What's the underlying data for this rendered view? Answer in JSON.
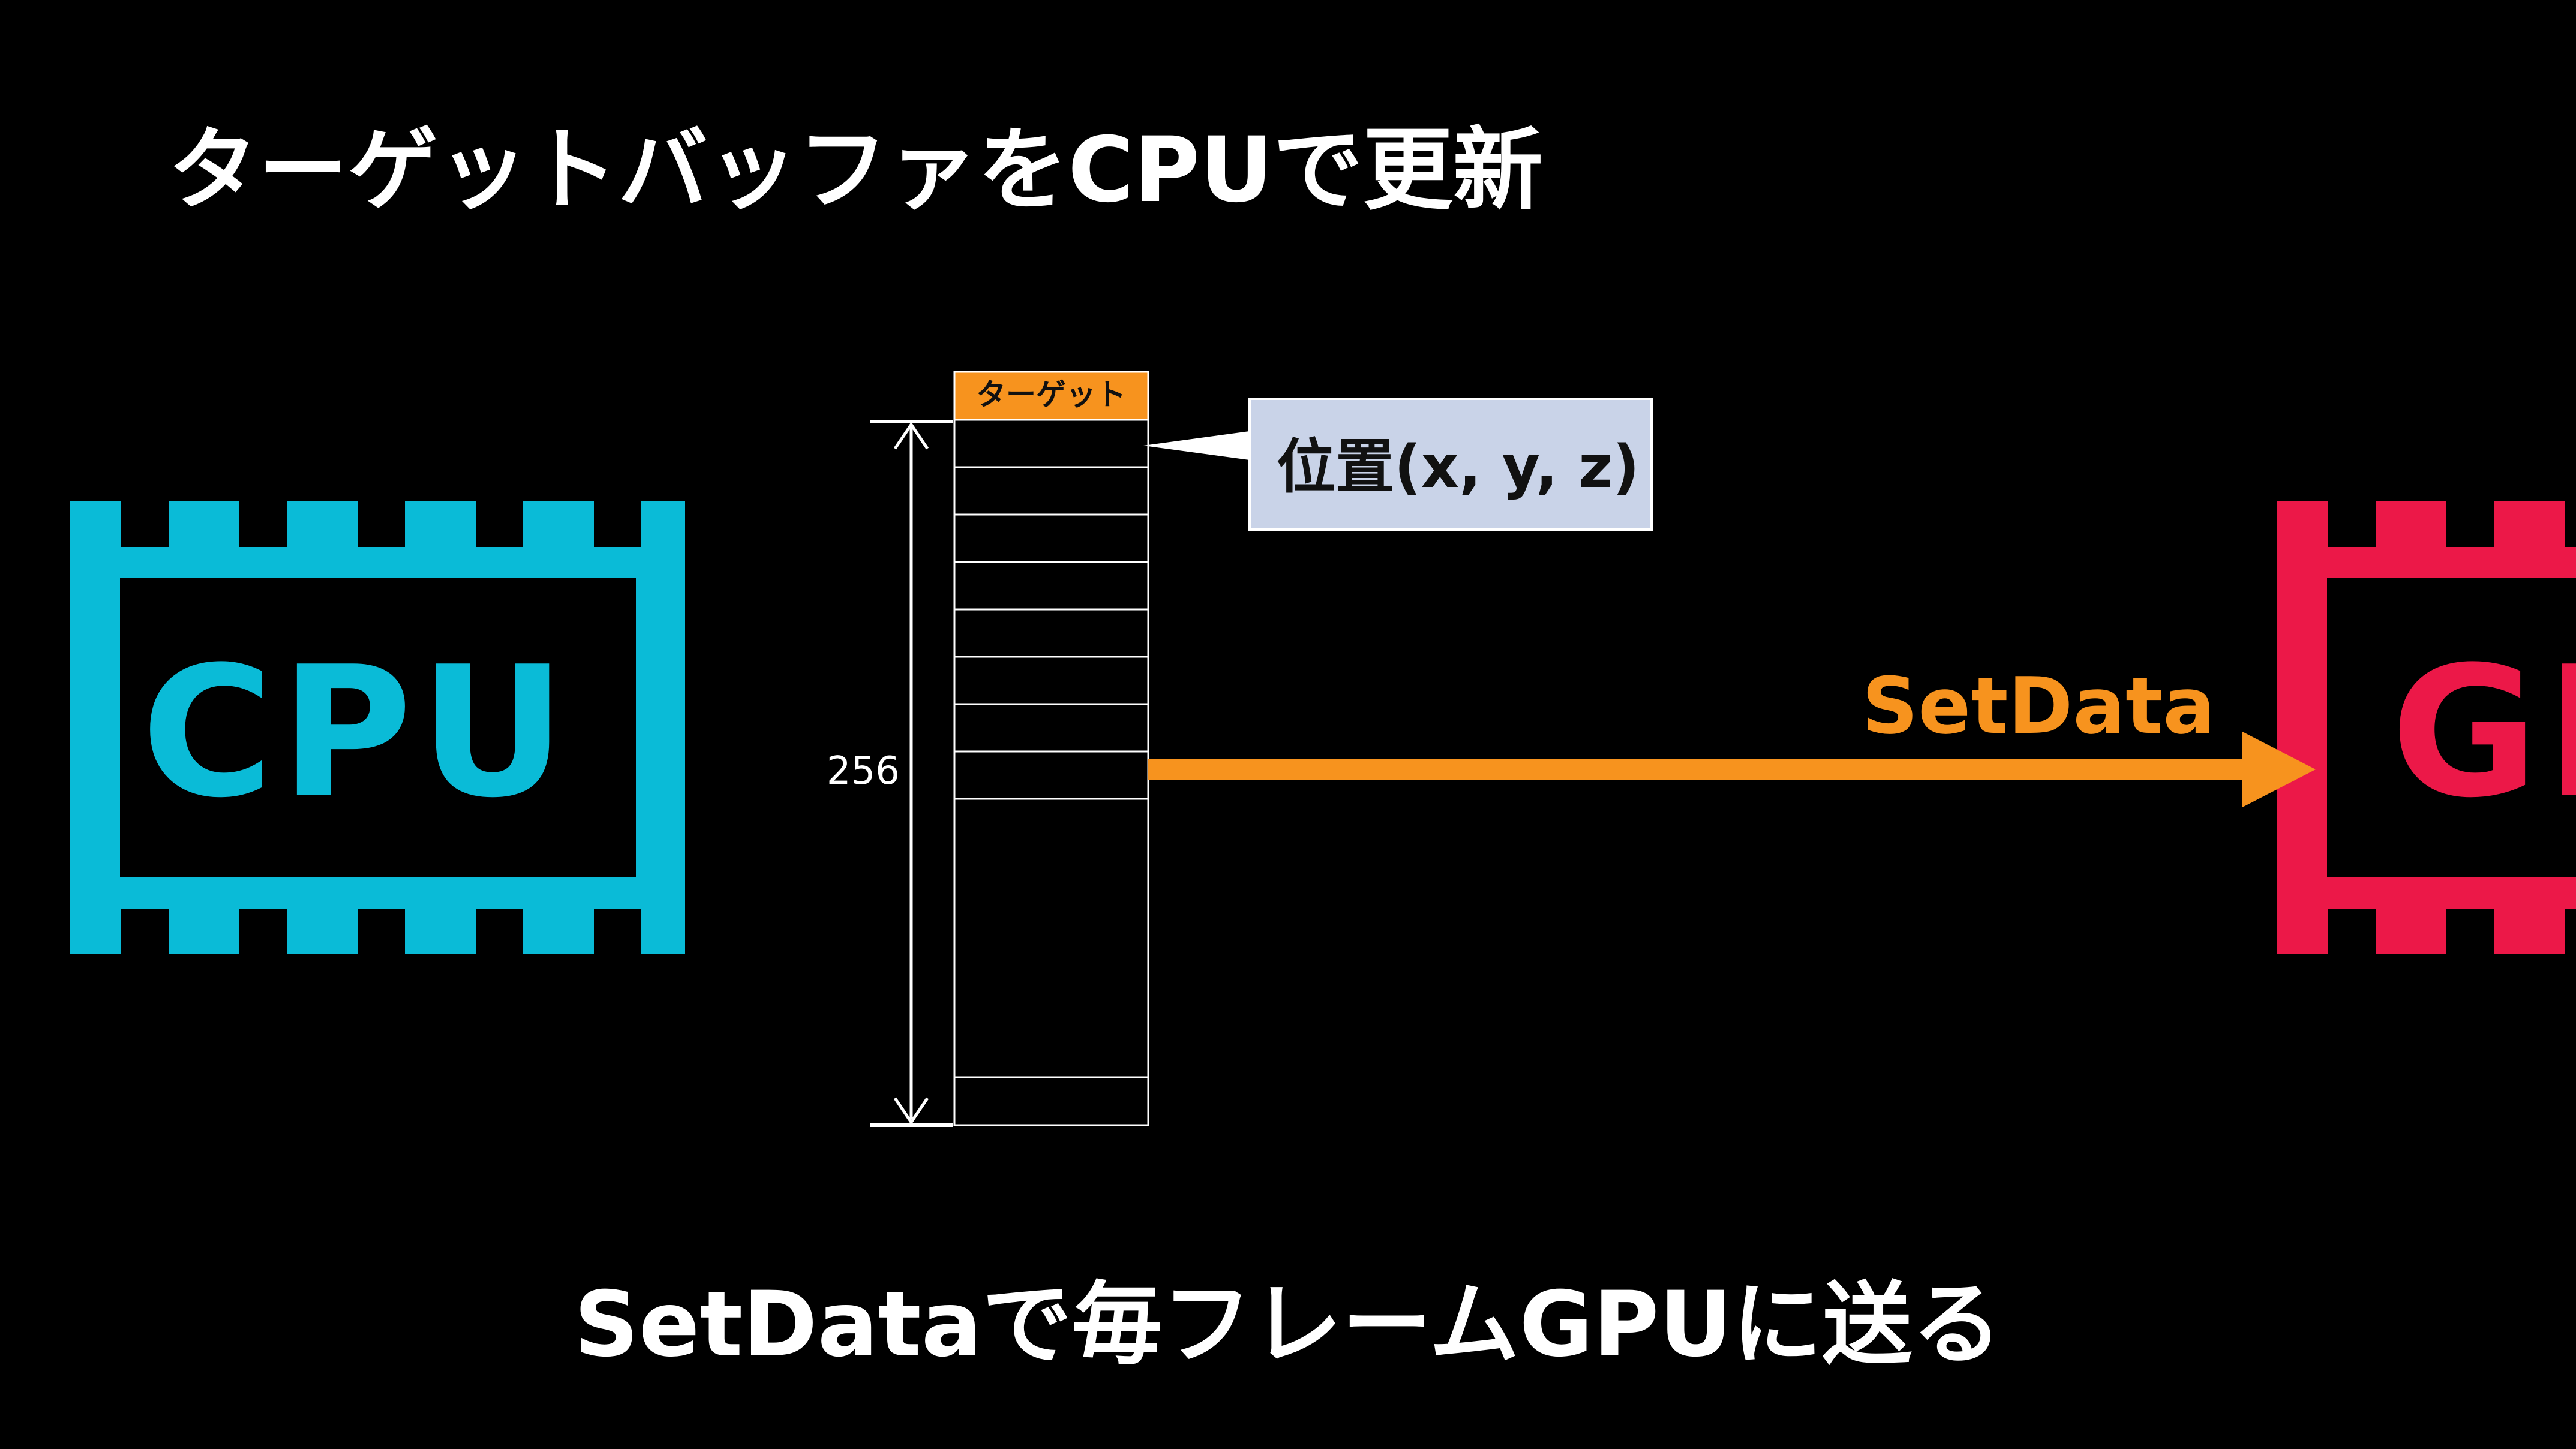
{
  "slide": {
    "title": "ターゲットバッファをCPUで更新",
    "caption": "SetDataで毎フレームGPUに送る"
  },
  "colors": {
    "background": "#000000",
    "cpu": "#0ABBD7",
    "gpu": "#EC1848",
    "accent": "#F7931E",
    "text": "#FFFFFF",
    "callout_fill": "#C9D3E8",
    "callout_text": "#111111"
  },
  "cpu_chip": {
    "label": "CPU",
    "icon": "cpu-chip-icon"
  },
  "gpu_chip": {
    "label": "GPU",
    "icon": "gpu-chip-icon"
  },
  "buffer": {
    "header_label": "ターゲット",
    "size_label": "256"
  },
  "callout": {
    "label": "位置(x, y, z)"
  },
  "transfer": {
    "label": "SetData"
  }
}
